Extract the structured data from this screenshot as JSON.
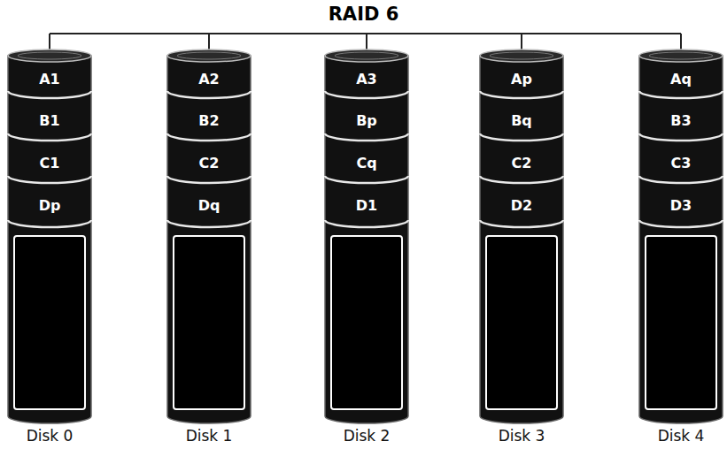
{
  "diagram": {
    "title": "RAID 6",
    "nodes": [
      {
        "text": [
          "Disk 0"
        ]
      },
      {
        "text": [
          "A1"
        ],
        "in": 0
      },
      {
        "text": [
          "B1"
        ],
        "in": 0
      },
      {
        "text": [
          "C1"
        ],
        "in": 0
      },
      {
        "text": [
          "Dp"
        ],
        "in": 0
      },
      {
        "text": [
          "Disk 1"
        ]
      },
      {
        "text": [
          "A2"
        ],
        "in": 5
      },
      {
        "text": [
          "B2"
        ],
        "in": 5
      },
      {
        "text": [
          "C2"
        ],
        "in": 5
      },
      {
        "text": [
          "Dq"
        ],
        "in": 5
      },
      {
        "text": [
          "Disk 2"
        ]
      },
      {
        "text": [
          "A3"
        ],
        "in": 10
      },
      {
        "text": [
          "Bp"
        ],
        "in": 10
      },
      {
        "text": [
          "Cq"
        ],
        "in": 10
      },
      {
        "text": [
          "D1"
        ],
        "in": 10
      },
      {
        "text": [
          "Disk 3"
        ]
      },
      {
        "text": [
          "Ap"
        ],
        "in": 15
      },
      {
        "text": [
          "Bq"
        ],
        "in": 15
      },
      {
        "text": [
          "C2"
        ],
        "in": 15
      },
      {
        "text": [
          "D2"
        ],
        "in": 15
      },
      {
        "text": [
          "Disk 4"
        ]
      },
      {
        "text": [
          "Aq"
        ],
        "in": 20
      },
      {
        "text": [
          "B3"
        ],
        "in": 20
      },
      {
        "text": [
          "C3"
        ],
        "in": 20
      },
      {
        "text": [
          "D3"
        ],
        "in": 20
      }
    ]
  }
}
